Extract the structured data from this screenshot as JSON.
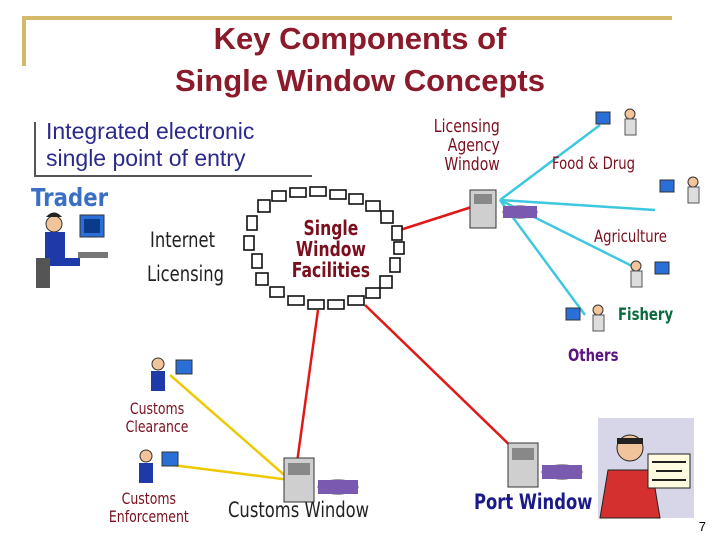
{
  "title_line1": "Key Components of",
  "title_line2": "Single Window Concepts",
  "entry_line1": "Integrated electronic",
  "entry_line2": "single point of entry",
  "trader": "Trader",
  "internet": "Internet",
  "licensing": "Licensing",
  "hub_line1": "Single",
  "hub_line2": "Window",
  "hub_line3": "Facilities",
  "agency_line1": "Licensing",
  "agency_line2": "Agency",
  "agency_line3": "Window",
  "food_drug": "Food & Drug",
  "agriculture": "Agriculture",
  "fishery": "Fishery",
  "others": "Others",
  "customs_clearance_line1": "Customs",
  "customs_clearance_line2": "Clearance",
  "customs_enforcement_line1": "Customs",
  "customs_enforcement_line2": "Enforcement",
  "customs_window": "Customs Window",
  "port_window": "Port Window",
  "page_number": "7",
  "colors": {
    "title": "#8b1a2b",
    "red_link": "#e01818",
    "cyan_link": "#3ec8e0",
    "yellow_link": "#f0c800",
    "frame": "#d4b96a"
  }
}
